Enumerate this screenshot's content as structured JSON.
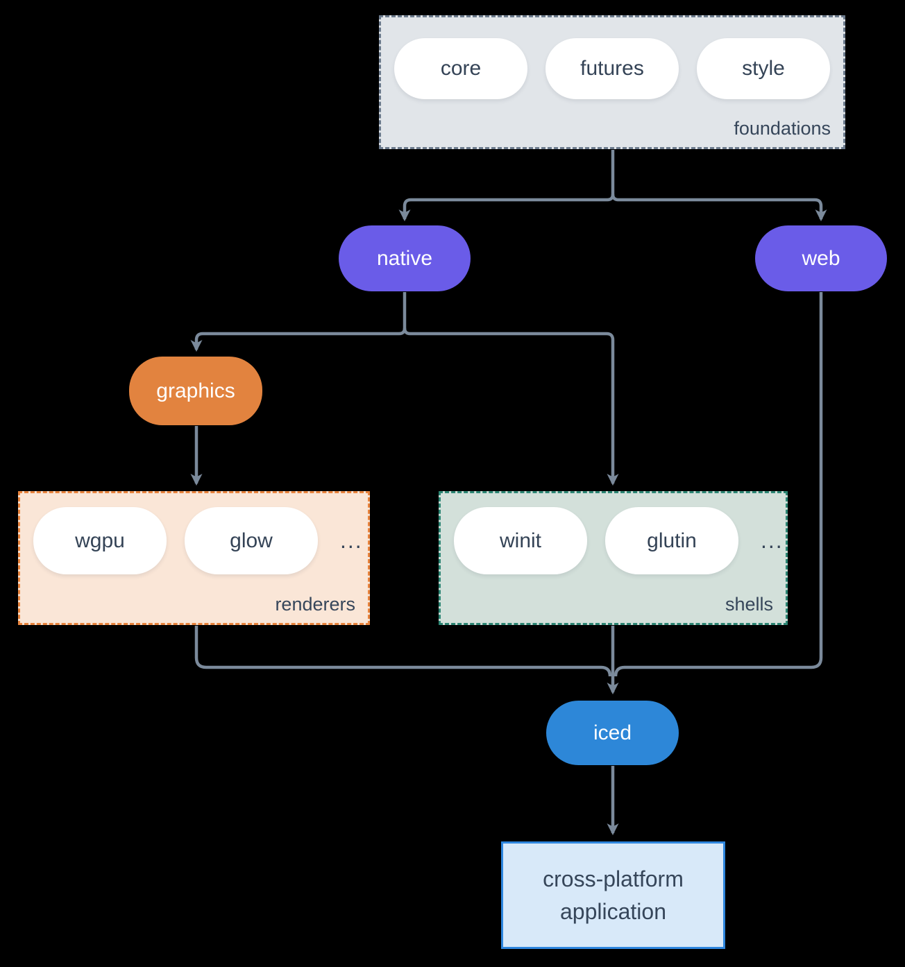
{
  "groups": {
    "foundations": {
      "label": "foundations",
      "items": [
        "core",
        "futures",
        "style"
      ]
    },
    "renderers": {
      "label": "renderers",
      "items": [
        "wgpu",
        "glow"
      ],
      "ellipsis": "..."
    },
    "shells": {
      "label": "shells",
      "items": [
        "winit",
        "glutin"
      ],
      "ellipsis": "..."
    }
  },
  "nodes": {
    "native": "native",
    "web": "web",
    "graphics": "graphics",
    "iced": "iced",
    "app": "cross-platform application"
  },
  "colors": {
    "background": "#000000",
    "edge_line": "#7b8a9b",
    "foundations_fill": "#e1e5e9",
    "foundations_border": "#6b7a8c",
    "renderers_fill": "#fae6d7",
    "renderers_border": "#e8833c",
    "shells_fill": "#d3e0da",
    "shells_border": "#2c8573",
    "native_web_fill": "#6a5ce8",
    "graphics_fill": "#e2833f",
    "iced_fill": "#2d87d8",
    "app_fill": "#d8e9f9",
    "app_border": "#2e86de",
    "dark_text": "#344356",
    "light_text": "#ffffff"
  }
}
